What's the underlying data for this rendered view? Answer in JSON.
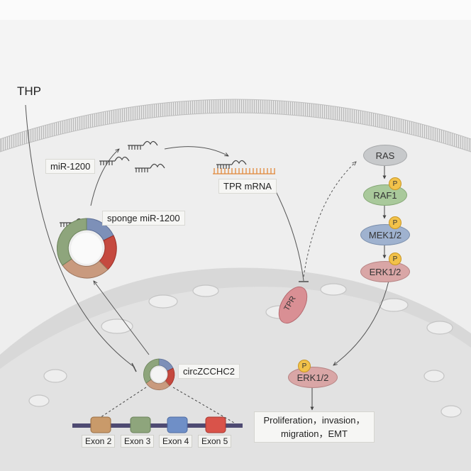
{
  "drug": "THP",
  "mirna_label": "miR-1200",
  "sponge_label": "sponge miR-1200",
  "mrna_label": "TPR mRNA",
  "tpr_label": "TPR",
  "circrna_label": "circZCCHC2",
  "pathway": {
    "ras": "RAS",
    "raf": "RAF1",
    "mek": "MEK1/2",
    "erk": "ERK1/2",
    "erk_nuclear": "ERK1/2",
    "phospho": "P"
  },
  "exons": [
    "Exon 2",
    "Exon 3",
    "Exon 4",
    "Exon 5"
  ],
  "outcome": {
    "line1": "Proliferation，invasion，",
    "line2": "migration，EMT"
  },
  "colors": {
    "circ_blue": "#7d90b8",
    "circ_red": "#c5493f",
    "circ_tan": "#c99a7e",
    "circ_green": "#8ea57c",
    "ras": "#c7c9cb",
    "raf": "#a9c99b",
    "mek": "#9fb2cf",
    "erk": "#d9a6a6",
    "tpr": "#d98f94",
    "phospho": "#f2c24a"
  }
}
